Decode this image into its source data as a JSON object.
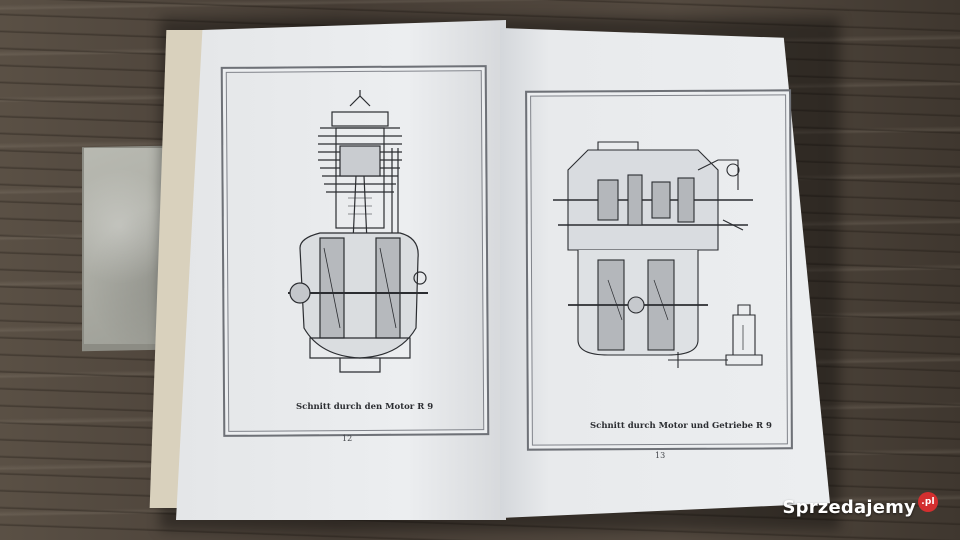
{
  "book": {
    "left_page": {
      "caption": "Schnitt durch den Motor R 9",
      "page_number": "12"
    },
    "right_page": {
      "caption": "Schnitt durch Motor und Getriebe R 9",
      "page_number": "13"
    }
  },
  "watermark": {
    "brand": "Sprzedajemy",
    "tld": ".pl"
  },
  "colors": {
    "table_wood": "#4a4138",
    "page_paper": "#eceef0",
    "ink": "#2b2d31",
    "watermark_accent": "#d32f2f"
  }
}
